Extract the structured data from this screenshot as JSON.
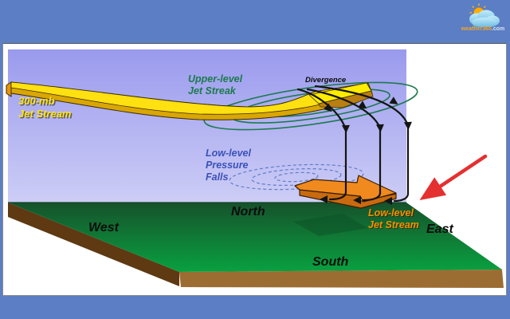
{
  "logo": {
    "name": "weather365",
    "suffix": ".com"
  },
  "diagram": {
    "labels": {
      "jet300_line1": "300-mb",
      "jet300_line2": "Jet Stream",
      "streak_line1": "Upper-level",
      "streak_line2": "Jet Streak",
      "divergence": "Divergence",
      "pressure_line1": "Low-level",
      "pressure_line2": "Pressure",
      "pressure_line3": "Falls",
      "lowjet_line1": "Low-level",
      "lowjet_line2": "Jet Stream",
      "north": "North",
      "south": "South",
      "east": "East",
      "west": "West"
    },
    "colors": {
      "frame_blue": "#5B7EC4",
      "sky_top": "#9A9AEE",
      "sky_bottom": "#CDCDF6",
      "ground_green_top": "#16522B",
      "ground_green_bottom": "#09A140",
      "ground_edge_dark_brown": "#5E3912",
      "ground_front_brown": "#9C6D33",
      "jet_stream_yellow": "#FFE010",
      "low_level_jet_orange": "#F08A1E",
      "isotach_green": "#1E7A50",
      "pressure_dash_blue": "#5E7EC8",
      "annotation_red": "#E53030",
      "label_yellow": "#FFE212",
      "label_green": "#1B7A4B",
      "label_blue": "#3A52B8",
      "label_orange": "#EE9400"
    }
  }
}
